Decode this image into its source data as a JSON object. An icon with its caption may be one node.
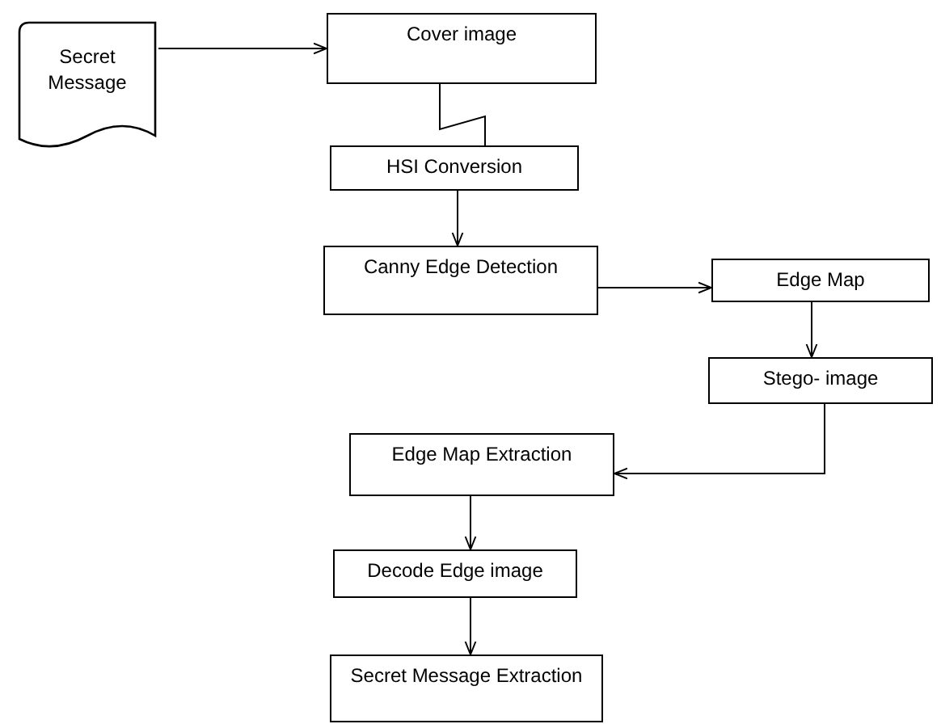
{
  "diagram": {
    "nodes": [
      {
        "text": [
          "Secret Message"
        ]
      },
      {
        "text": [
          "Cover image"
        ]
      },
      {
        "text": [
          "HSI Conversion"
        ]
      },
      {
        "text": [
          "Canny Edge Detection"
        ]
      },
      {
        "text": [
          "Edge Map"
        ]
      },
      {
        "text": [
          "Stego- image"
        ]
      },
      {
        "text": [
          "Edge Map Extraction"
        ]
      },
      {
        "text": [
          "Decode Edge image"
        ]
      },
      {
        "text": [
          "Secret Message Extraction"
        ]
      }
    ],
    "edges": [
      {
        "from": 0,
        "to": 1,
        "arrow": "to"
      },
      {
        "from": 1,
        "to": 2,
        "arrow": "none"
      },
      {
        "from": 2,
        "to": 3,
        "arrow": "to"
      },
      {
        "from": 3,
        "to": 4,
        "arrow": "to"
      },
      {
        "from": 4,
        "to": 5,
        "arrow": "to"
      },
      {
        "from": 5,
        "to": 6,
        "arrow": "to"
      },
      {
        "from": 6,
        "to": 7,
        "arrow": "to"
      },
      {
        "from": 7,
        "to": 8,
        "arrow": "to"
      }
    ]
  }
}
